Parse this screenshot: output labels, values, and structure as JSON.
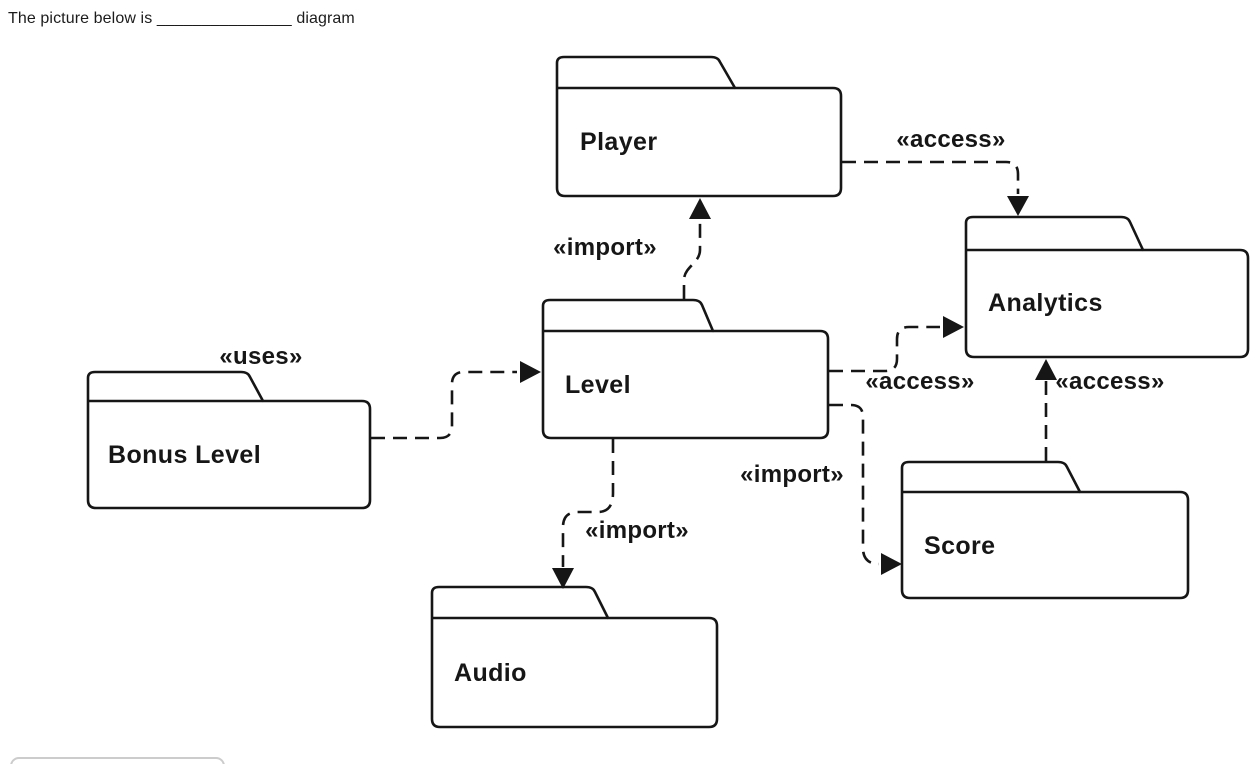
{
  "question": {
    "text": "The picture below is _______________ diagram"
  },
  "diagram": {
    "type": "UML package diagram",
    "colors": {
      "stroke": "#161616",
      "background": "#ffffff",
      "answer_box_border": "#cccccc"
    },
    "packages": [
      {
        "name": "Player"
      },
      {
        "name": "Analytics"
      },
      {
        "name": "Level"
      },
      {
        "name": "Bonus Level"
      },
      {
        "name": "Score"
      },
      {
        "name": "Audio"
      }
    ],
    "connectors": [
      {
        "from": "Player",
        "to": "Analytics",
        "label": "«access»",
        "style": "dashed-arrow"
      },
      {
        "from": "Level",
        "to": "Player",
        "label": "«import»",
        "style": "dashed-arrow"
      },
      {
        "from": "Bonus Level",
        "to": "Level",
        "label": "«uses»",
        "style": "dashed-arrow"
      },
      {
        "from": "Level",
        "to": "Analytics",
        "label": "«access»",
        "style": "dashed-arrow"
      },
      {
        "from": "Score",
        "to": "Analytics",
        "label": "«access»",
        "style": "dashed-arrow"
      },
      {
        "from": "Level",
        "to": "Score",
        "label": "«import»",
        "style": "dashed-arrow"
      },
      {
        "from": "Level",
        "to": "Audio",
        "label": "«import»",
        "style": "dashed-arrow"
      }
    ]
  },
  "answer_box": {
    "value": ""
  }
}
